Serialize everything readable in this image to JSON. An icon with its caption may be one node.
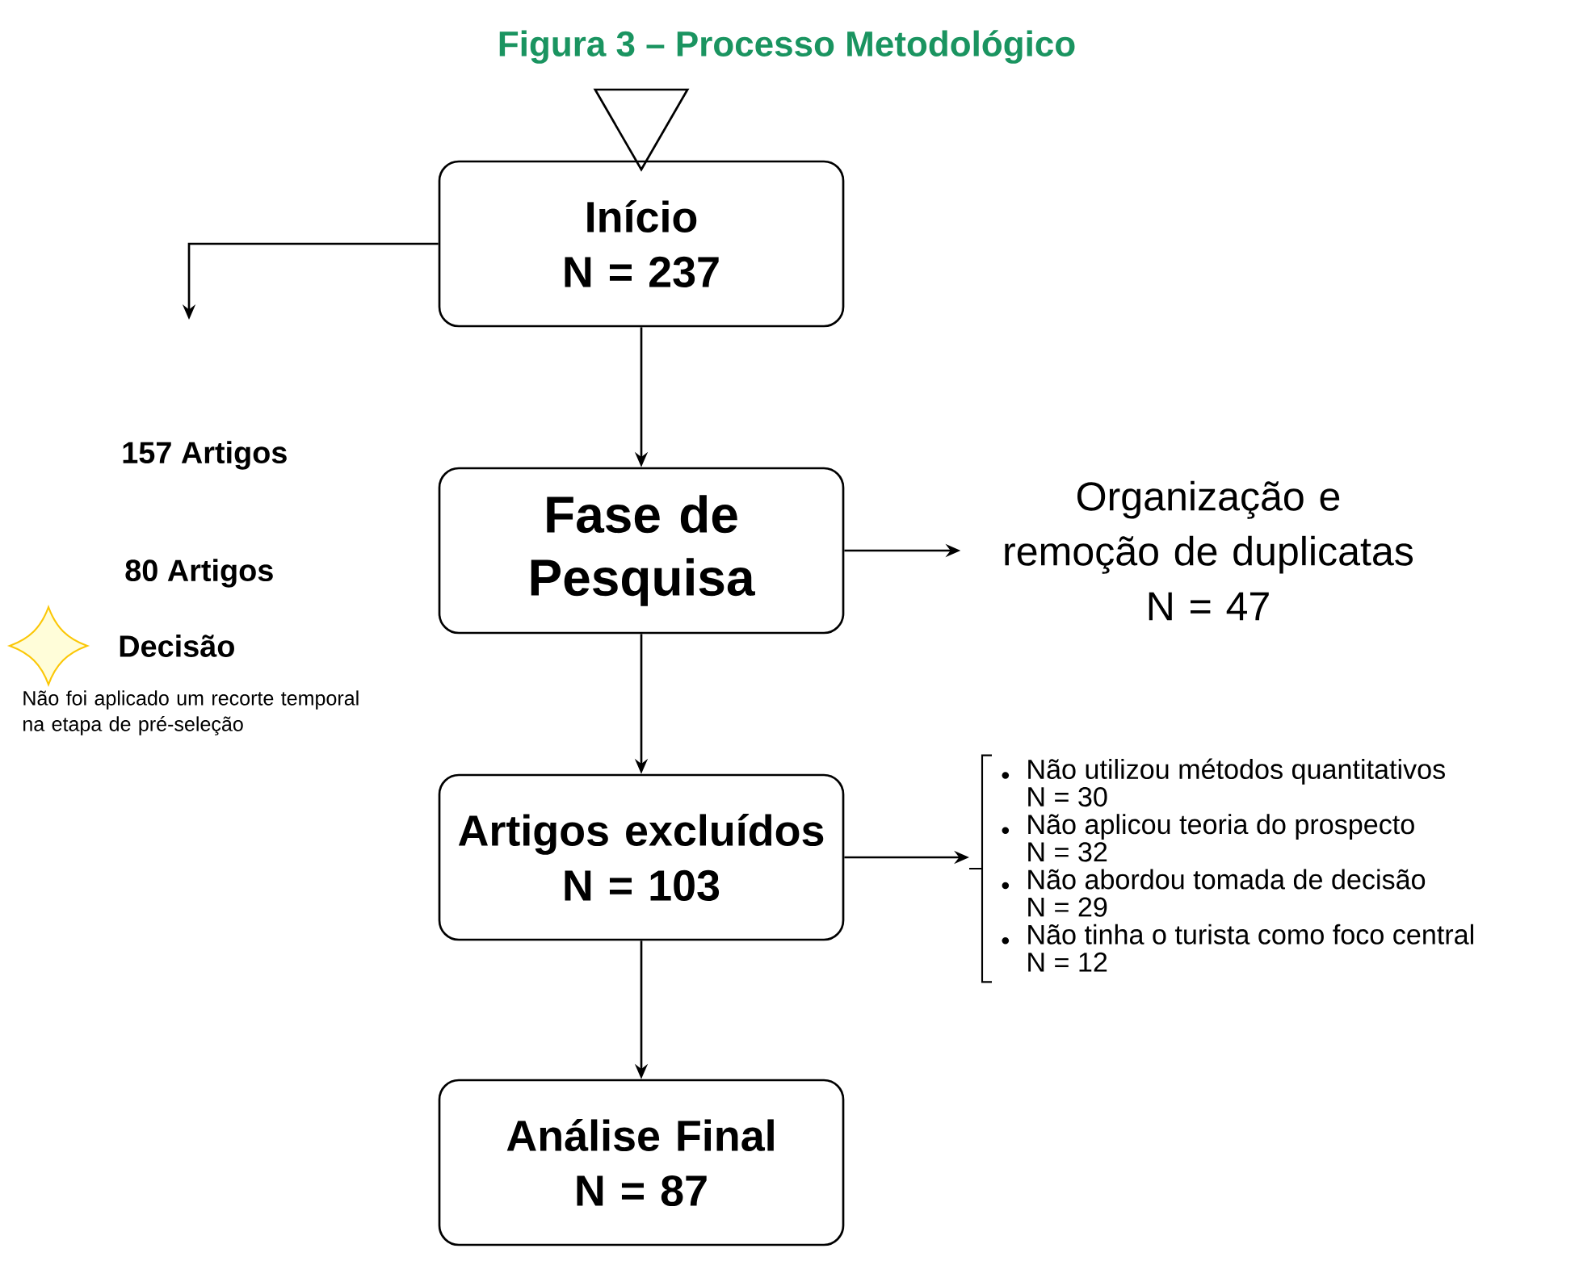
{
  "diagram": {
    "title": "Figura 3 – Processo Metodológico",
    "nodes": [
      {
        "text": [],
        "shape": "triangle"
      },
      {
        "text": [
          "Início",
          "N = 237"
        ]
      },
      {
        "text": [
          "Fase de Pesquisa"
        ]
      },
      {
        "text": [
          "Organização e remoção de duplicatas",
          "N = 47"
        ]
      },
      {
        "text": [
          "Artigos excluídos",
          "N = 103"
        ]
      },
      {
        "text": [
          "Não utilizou métodos quantitativos",
          "N = 30",
          "Não aplicou teoria do prospecto",
          "N = 32",
          "Não abordou tomada de decisão",
          "N = 29",
          "Não tinha o turista como foco central",
          "N = 12"
        ]
      },
      {
        "text": [
          "Análise Final",
          "N = 87"
        ]
      }
    ],
    "edges": [
      {
        "from": 1,
        "to": null,
        "arrow": "to"
      },
      {
        "from": 1,
        "to": 2,
        "arrow": "to"
      },
      {
        "from": 2,
        "to": 3,
        "arrow": "to"
      },
      {
        "from": 2,
        "to": 4,
        "arrow": "to"
      },
      {
        "from": 4,
        "to": 5,
        "arrow": "to"
      },
      {
        "from": 4,
        "to": 6,
        "arrow": "to"
      }
    ],
    "labels": [
      "157 Artigos",
      "80 Artigos",
      "Não foi aplicado um recorte temporal na etapa de pré-seleção"
    ],
    "legend": [
      {
        "text": "Decisão"
      }
    ]
  }
}
